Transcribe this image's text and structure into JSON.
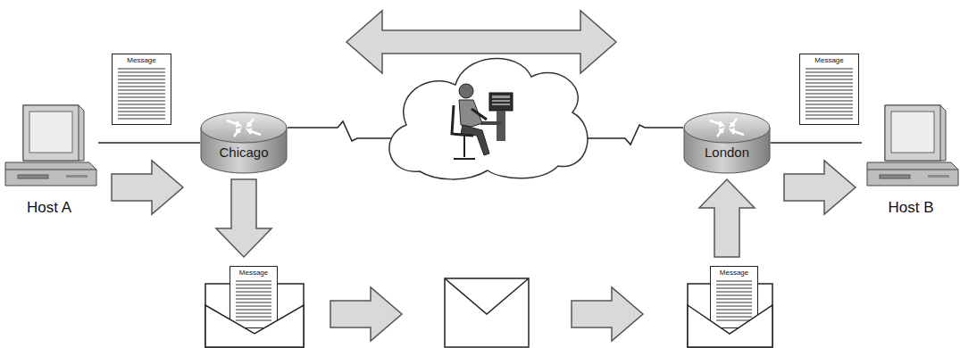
{
  "diagram": {
    "nodes": [
      {
        "text": [
          "Message"
        ]
      },
      {
        "text": [
          "Host A"
        ]
      },
      {
        "text": [
          "Chicago"
        ]
      },
      {
        "text": [
          "London"
        ]
      },
      {
        "text": [
          "Message"
        ]
      },
      {
        "text": [
          "Host B"
        ]
      },
      {
        "text": [
          "Message"
        ]
      },
      {
        "text": [
          "Message"
        ]
      }
    ],
    "edges": [
      {
        "from": 1,
        "to": 2,
        "arrow": "none"
      },
      {
        "from": 2,
        "to": 3,
        "arrow": "none"
      },
      {
        "from": 3,
        "to": 5,
        "arrow": "none"
      },
      {
        "from": 2,
        "to": 6,
        "arrow": "to"
      },
      {
        "from": 7,
        "to": 3,
        "arrow": "to"
      }
    ]
  }
}
